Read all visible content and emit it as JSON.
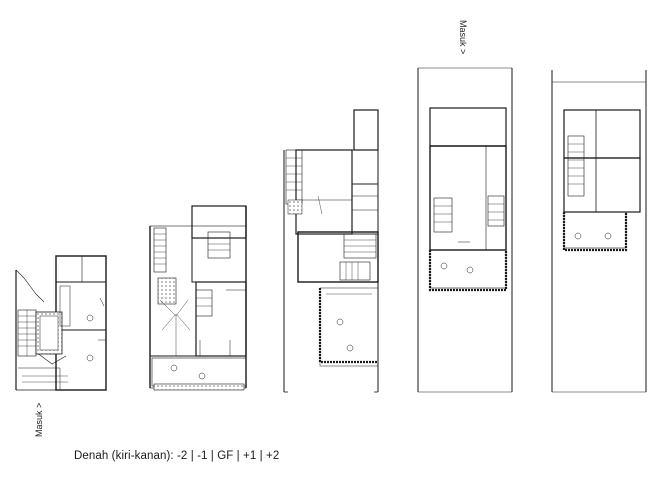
{
  "caption": "Denah (kiri-kanan): -2 | -1 | GF | +1 | +2",
  "entry_labels": {
    "basement": "Masuk >",
    "upper": "Masuk >"
  },
  "floor_plans": [
    {
      "level": "-2"
    },
    {
      "level": "-1"
    },
    {
      "level": "GF"
    },
    {
      "level": "+1"
    },
    {
      "level": "+2"
    }
  ],
  "colors": {
    "line": "#1a1a1a",
    "thin_line": "#555555",
    "hatch": "#888888",
    "background": "#ffffff"
  }
}
